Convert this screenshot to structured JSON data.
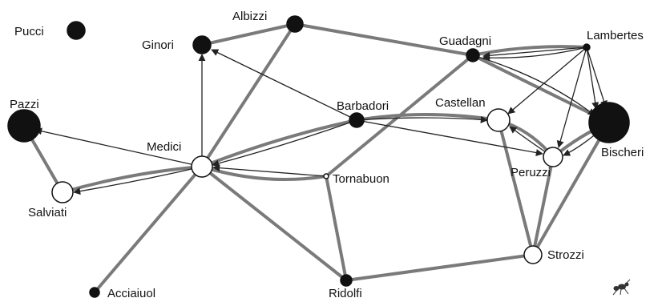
{
  "nodes": {
    "pucci": "Pucci",
    "albizzi": "Albizzi",
    "ginori": "Ginori",
    "guadagni": "Guadagni",
    "lambertes": "Lambertes",
    "pazzi": "Pazzi",
    "barbadori": "Barbadori",
    "castellan": "Castellan",
    "medici": "Medici",
    "bischeri": "Bischeri",
    "peruzzi": "Peruzzi",
    "tornabuon": "Tornabuon",
    "salviati": "Salviati",
    "strozzi": "Strozzi",
    "acciaiuol": "Acciaiuol",
    "ridolfi": "Ridolfi"
  },
  "colors": {
    "node_dark": "#111111",
    "node_light": "#ffffff",
    "edge_thick": "#7a7a7a",
    "edge_arrow": "#222222"
  },
  "logo": "ant-logo"
}
